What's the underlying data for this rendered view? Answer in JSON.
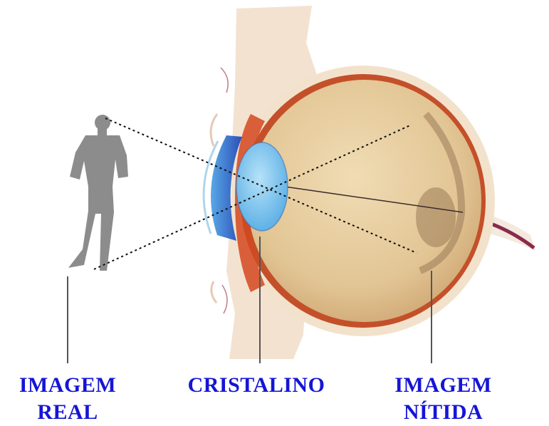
{
  "labels": {
    "real": {
      "line1": "IMAGEM",
      "line2": "REAL"
    },
    "lens": {
      "line1": "CRISTALINO"
    },
    "sharp": {
      "line1": "IMAGEM",
      "line2": "NÍTIDA"
    }
  },
  "colors": {
    "label": "#1515d6",
    "eyeball": "#e6cfa0",
    "sclera_rim": "#c4502a",
    "lens": "#7fc6ee",
    "cornea": "#2f6fd0",
    "skin": "#f4e2d0",
    "figure": "#8c8c8c",
    "optic_nerve": "#8a2a4a",
    "leader_lines": "#555555"
  },
  "icons": [
    "person-silhouette",
    "eyeball-cross-section"
  ]
}
